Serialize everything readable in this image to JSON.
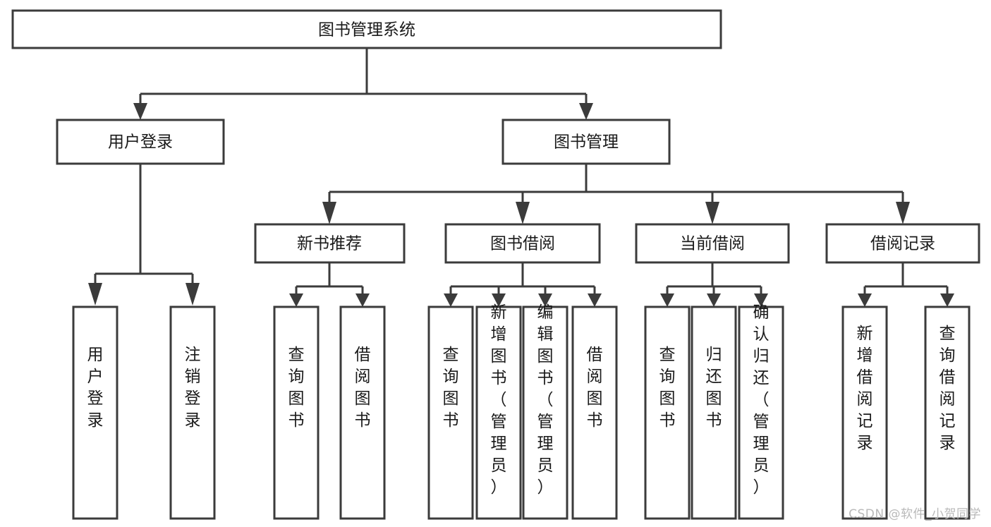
{
  "diagram": {
    "type": "tree",
    "title": "图书管理系统",
    "watermark": "CSDN @软件_小贺同学",
    "colors": {
      "stroke": "#3b3b3b",
      "fill": "#ffffff",
      "text": "#1a1a1a",
      "watermark": "#b9b9b9"
    },
    "nodes": {
      "root": {
        "label": "图书管理系统"
      },
      "level2": [
        {
          "label": "用户登录"
        },
        {
          "label": "图书管理"
        }
      ],
      "level3": [
        {
          "label": "新书推荐"
        },
        {
          "label": "图书借阅"
        },
        {
          "label": "当前借阅"
        },
        {
          "label": "借阅记录"
        }
      ],
      "leaves_user_login": [
        {
          "label": "用户登录"
        },
        {
          "label": "注销登录"
        }
      ],
      "leaves_new_book": [
        {
          "label": "查询图书"
        },
        {
          "label": "借阅图书"
        }
      ],
      "leaves_borrow": [
        {
          "label": "查询图书"
        },
        {
          "label": "新增图书（管理员）"
        },
        {
          "label": "编辑图书（管理员）"
        },
        {
          "label": "借阅图书"
        }
      ],
      "leaves_current": [
        {
          "label": "查询图书"
        },
        {
          "label": "归还图书"
        },
        {
          "label": "确认归还（管理员）"
        }
      ],
      "leaves_records": [
        {
          "label": "新增借阅记录"
        },
        {
          "label": "查询借阅记录"
        }
      ]
    }
  }
}
